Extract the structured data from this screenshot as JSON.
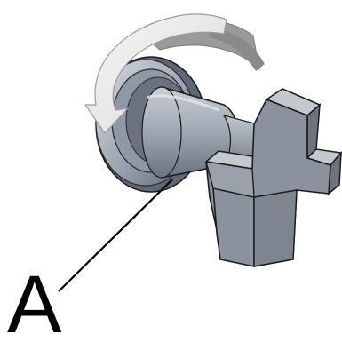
{
  "callout": {
    "label": "A",
    "target": "shaft"
  },
  "illustration": {
    "subject": "valve-spindle-with-cross-handle",
    "rotation_arrow": "counter-clockwise",
    "colors": {
      "arrow_fill": "#eeeeee",
      "arrow_shadow": "#8c8c8c",
      "metal_light": "#bcc2cb",
      "metal_mid": "#8f98a5",
      "metal_dark": "#5f6774",
      "handle_face": "#8b929d",
      "handle_top": "#c4c8cf",
      "outline": "#1c1c1c",
      "leader_line": "#000000"
    }
  }
}
